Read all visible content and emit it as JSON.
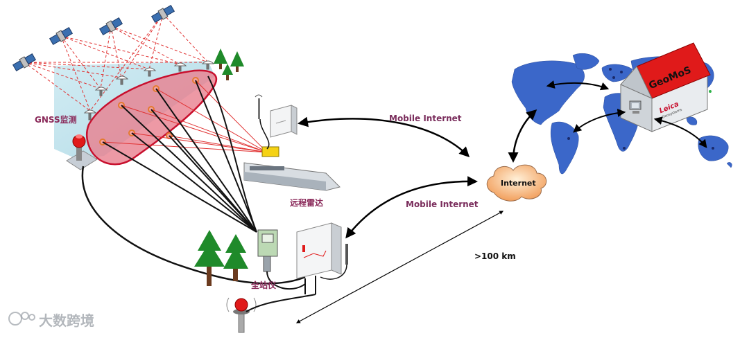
{
  "labels": {
    "gnss": "GNSS监测",
    "radar": "远程雷达",
    "total_station": "全站仪",
    "mobile_internet_top": "Mobile Internet",
    "mobile_internet_bottom": "Mobile Internet",
    "internet_cloud": "Internet",
    "distance": ">100 km",
    "geomos": "GeoMoS",
    "leica": "Leica",
    "leica_sub": "Geosystems",
    "watermark": "大数跨境"
  },
  "colors": {
    "survey_area_fill": "#e8808e",
    "survey_area_stroke": "#c8102e",
    "sat_link": "#e03030",
    "station_link": "#111111",
    "sky_panel": "#b8e0ea",
    "world_land": "#3b67c9",
    "house_roof": "#e01a1a",
    "tree": "#1f8a2a",
    "cloud": "#f4a36a"
  },
  "icons": [
    "satellite-icon",
    "gnss-antenna-icon",
    "warning-beacon-icon",
    "radar-icon",
    "total-station-icon",
    "control-box-icon",
    "tree-icon",
    "internet-cloud-icon",
    "world-map-icon",
    "geomos-house-icon",
    "computer-icon"
  ]
}
